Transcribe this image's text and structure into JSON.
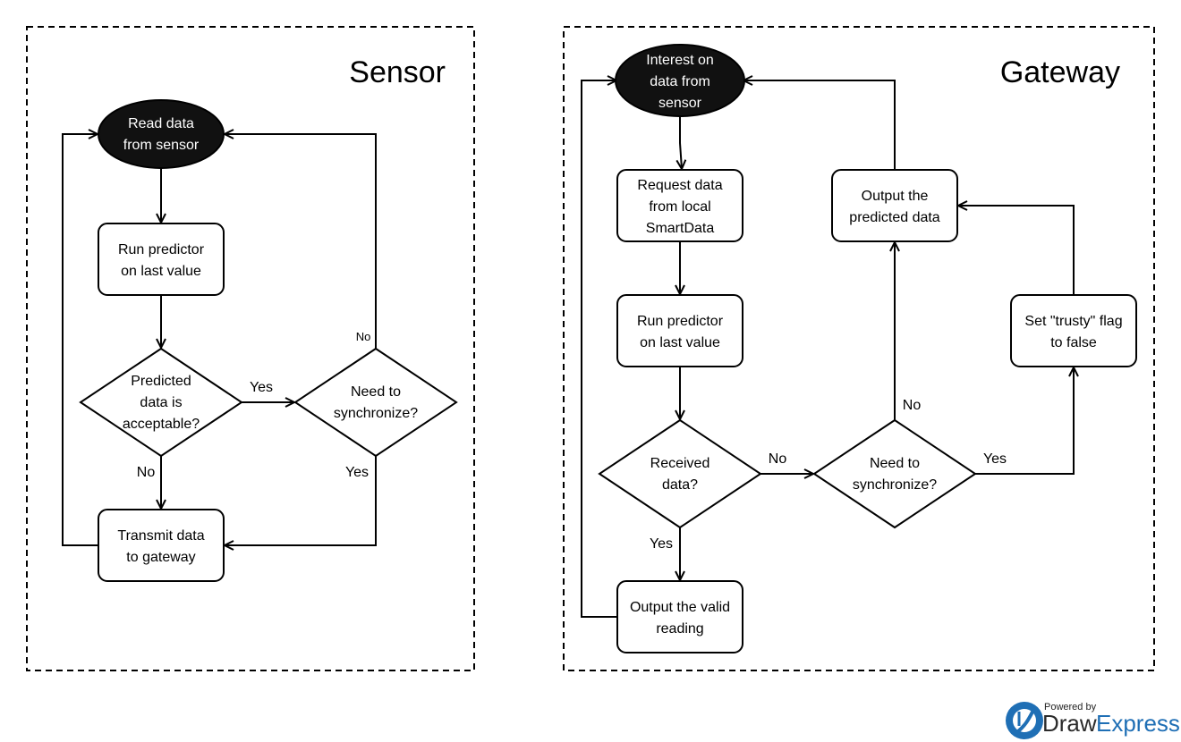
{
  "sensor": {
    "title": "Sensor",
    "read": [
      "Read data",
      "from sensor"
    ],
    "run": [
      "Run predictor",
      "on last value"
    ],
    "predicted": [
      "Predicted",
      "data is",
      "acceptable?"
    ],
    "sync": [
      "Need to",
      "synchronize?"
    ],
    "transmit": [
      "Transmit data",
      "to gateway"
    ],
    "yes_pred": "Yes",
    "no_pred": "No",
    "no_sync": "No",
    "yes_sync": "Yes"
  },
  "gateway": {
    "title": "Gateway",
    "interest": [
      "Interest on",
      "data from",
      "sensor"
    ],
    "request": [
      "Request data",
      "from local",
      "SmartData"
    ],
    "run": [
      "Run predictor",
      "on last value"
    ],
    "received": [
      "Received",
      "data?"
    ],
    "sync": [
      "Need to",
      "synchronize?"
    ],
    "output_valid": [
      "Output the valid",
      "reading"
    ],
    "output_pred": [
      "Output the",
      "predicted data"
    ],
    "trusty": [
      "Set \"trusty\" flag",
      "to false"
    ],
    "no_received": "No",
    "yes_received": "Yes",
    "no_sync": "No",
    "yes_sync": "Yes"
  },
  "brand": {
    "powered": "Powered by",
    "name_a": "Draw",
    "name_b": "Express"
  },
  "colors": {
    "terminal_fill": "#111111",
    "brand_blue": "#1f6fb5"
  }
}
